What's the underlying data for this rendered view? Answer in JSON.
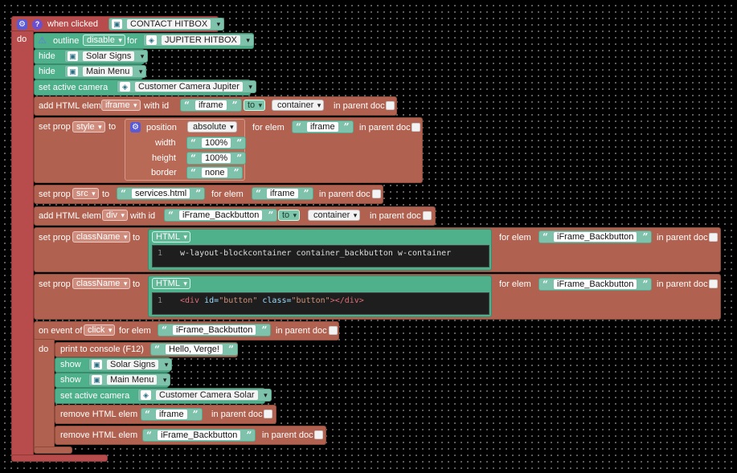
{
  "event": {
    "label": "when clicked",
    "target": "CONTACT HITBOX",
    "do_label": "do"
  },
  "outline": {
    "label": "outline",
    "mode": "disable",
    "for_label": "for",
    "target": "JUPITER HITBOX"
  },
  "hide1": {
    "label": "hide",
    "target": "Solar Signs"
  },
  "hide2": {
    "label": "hide",
    "target": "Main Menu"
  },
  "camera1": {
    "label": "set active camera",
    "target": "Customer Camera Jupiter"
  },
  "add1": {
    "label": "add HTML elem",
    "elem": "iframe",
    "with_id": "with id",
    "id": "iframe",
    "to_dd": "to",
    "container": "container",
    "in_parent": "in parent doc"
  },
  "style": {
    "set_prop": "set prop",
    "prop": "style",
    "to": "to",
    "rows": [
      {
        "key": "position",
        "value": "absolute"
      },
      {
        "key": "width",
        "value": "100%"
      },
      {
        "key": "height",
        "value": "100%"
      },
      {
        "key": "border",
        "value": "none"
      }
    ],
    "for_elem": "for elem",
    "elem": "iframe",
    "in_parent": "in parent doc"
  },
  "src": {
    "set_prop": "set prop",
    "prop": "src",
    "to": "to",
    "value": "services.html",
    "for_elem": "for elem",
    "elem": "iframe",
    "in_parent": "in parent doc"
  },
  "add2": {
    "label": "add HTML elem",
    "elem": "div",
    "with_id": "with id",
    "id": "iFrame_Backbutton",
    "to_dd": "to",
    "container": "container",
    "in_parent": "in parent doc"
  },
  "class1": {
    "set_prop": "set prop",
    "prop": "className",
    "to": "to",
    "lang": "HTML",
    "line_no": "1",
    "code": "w-layout-blockcontainer container_backbutton w-container",
    "for_elem": "for elem",
    "elem": "iFrame_Backbutton",
    "in_parent": "in parent doc"
  },
  "class2": {
    "set_prop": "set prop",
    "prop": "className",
    "to": "to",
    "lang": "HTML",
    "line_no": "1",
    "code_parts": [
      "<div",
      " id=",
      "\"button\"",
      " class=",
      "\"button\"",
      "></div>"
    ],
    "for_elem": "for elem",
    "elem": "iFrame_Backbutton",
    "in_parent": "in parent doc"
  },
  "onevent": {
    "label": "on event of",
    "event": "click",
    "for_elem": "for elem",
    "elem": "iFrame_Backbutton",
    "in_parent": "in parent doc",
    "do_label": "do"
  },
  "print": {
    "label": "print to console (F12)",
    "value": "Hello, Verge!"
  },
  "show1": {
    "label": "show",
    "target": "Solar Signs"
  },
  "show2": {
    "label": "show",
    "target": "Main Menu"
  },
  "camera2": {
    "label": "set active camera",
    "target": "Customer Camera Solar"
  },
  "remove1": {
    "label": "remove HTML elem",
    "elem": "iframe",
    "in_parent": "in parent doc"
  },
  "remove2": {
    "label": "remove HTML elem",
    "elem": "iFrame_Backbutton",
    "in_parent": "in parent doc"
  },
  "colors": {
    "event_block": "#b84c4c",
    "action_block": "#4fb08c",
    "html_block": "#b0614f",
    "workspace": "#000000"
  }
}
